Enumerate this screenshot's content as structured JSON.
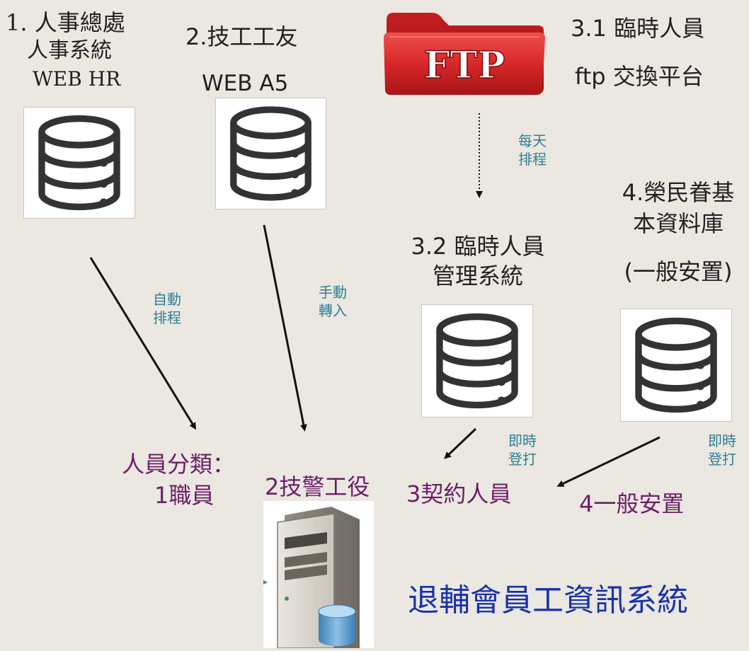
{
  "sources": {
    "hr": {
      "line1": "1. 人事總處",
      "line2": "人事系統",
      "line3": "WEB HR"
    },
    "a5": {
      "line1": "2.技工工友",
      "line2": "WEB A5"
    },
    "ftp": {
      "logo_text": "FTP",
      "line1": "3.1 臨時人員",
      "line2": "ftp 交換平台"
    },
    "temp_mgmt": {
      "line1": "3.2 臨時人員",
      "line2": "管理系統"
    },
    "veteran": {
      "line1": "4.榮民眷基",
      "line2": "本資料庫",
      "line3": "(一般安置)"
    }
  },
  "arrow_labels": {
    "daily_schedule": {
      "line1": "每天",
      "line2": "排程"
    },
    "auto_schedule": {
      "line1": "自動",
      "line2": "排程"
    },
    "manual_import": {
      "line1": "手動",
      "line2": "轉入"
    },
    "realtime_1": {
      "line1": "即時",
      "line2": "登打"
    },
    "realtime_2": {
      "line1": "即時",
      "line2": "登打"
    }
  },
  "categories": {
    "heading": "人員分類：",
    "staff": "1職員",
    "tech": "2技警工役",
    "contract": "3契約人員",
    "general": "4一般安置"
  },
  "system_title": "退輔會員工資訊系統",
  "colors": {
    "background": "#ebe7e1",
    "purple": "#6b1f66",
    "teal": "#2f7f93",
    "blue": "#1932a8",
    "ftp_red": "#d8282a"
  },
  "icons": [
    "database-icon",
    "ftp-folder-icon",
    "server-icon"
  ]
}
